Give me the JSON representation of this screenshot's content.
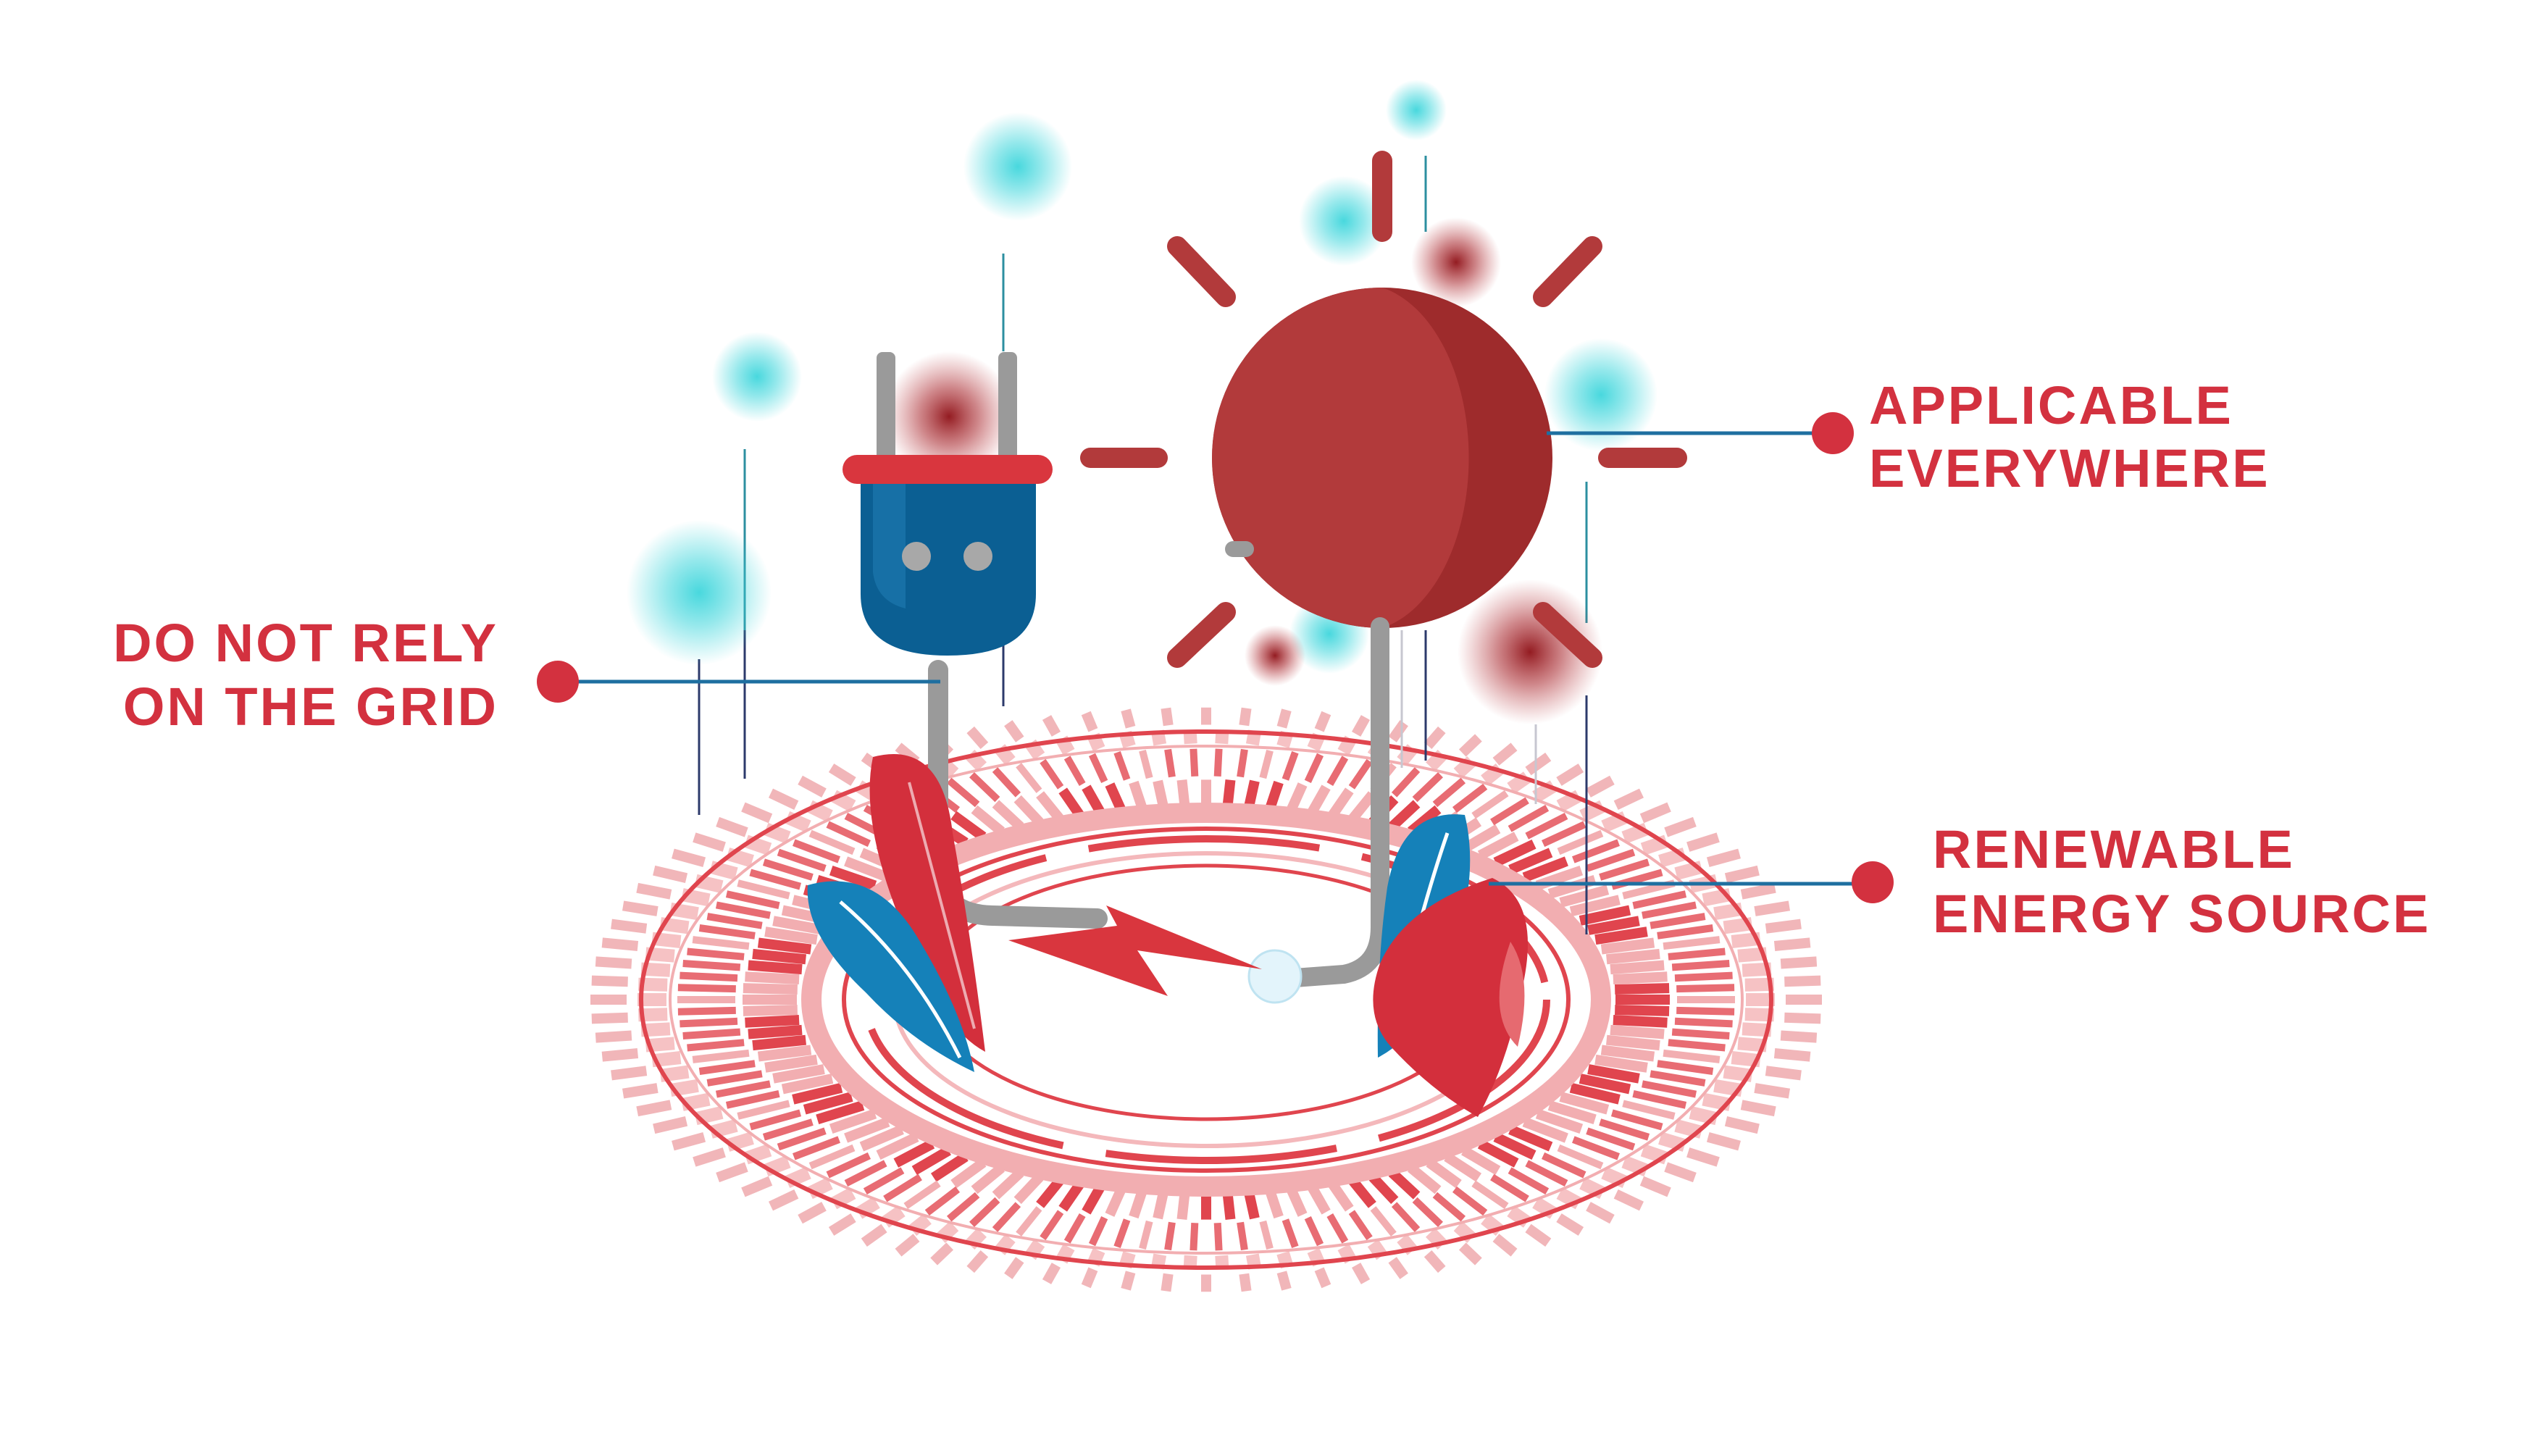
{
  "colors": {
    "label": "#d3313f",
    "sun": "#b23a3b",
    "sun_shadow": "#9e2b2c",
    "plug_body": "#0b5f93",
    "plug_cap": "#d9363e",
    "prong": "#9a9a9a",
    "leaf_blue": "#1581b9",
    "leaf_red": "#d32f3c",
    "leaders": "#1e6fa0",
    "glow_cyan": "#3fd6dc",
    "glow_red": "#9b1b21",
    "ring": "#e0454e",
    "ring_light": "#f2aeb1"
  },
  "labels": {
    "grid": {
      "line1": "DO NOT RELY",
      "line2": "ON THE GRID"
    },
    "everywhere": {
      "line1": "APPLICABLE",
      "line2": "EVERYWHERE"
    },
    "renewable": {
      "line1": "RENEWABLE",
      "line2": "ENERGY SOURCE"
    }
  },
  "icons": {
    "plug": "power-plug-icon",
    "sun": "sun-icon",
    "bolt": "lightning-bolt-icon",
    "leaves": "leaf-icon"
  }
}
